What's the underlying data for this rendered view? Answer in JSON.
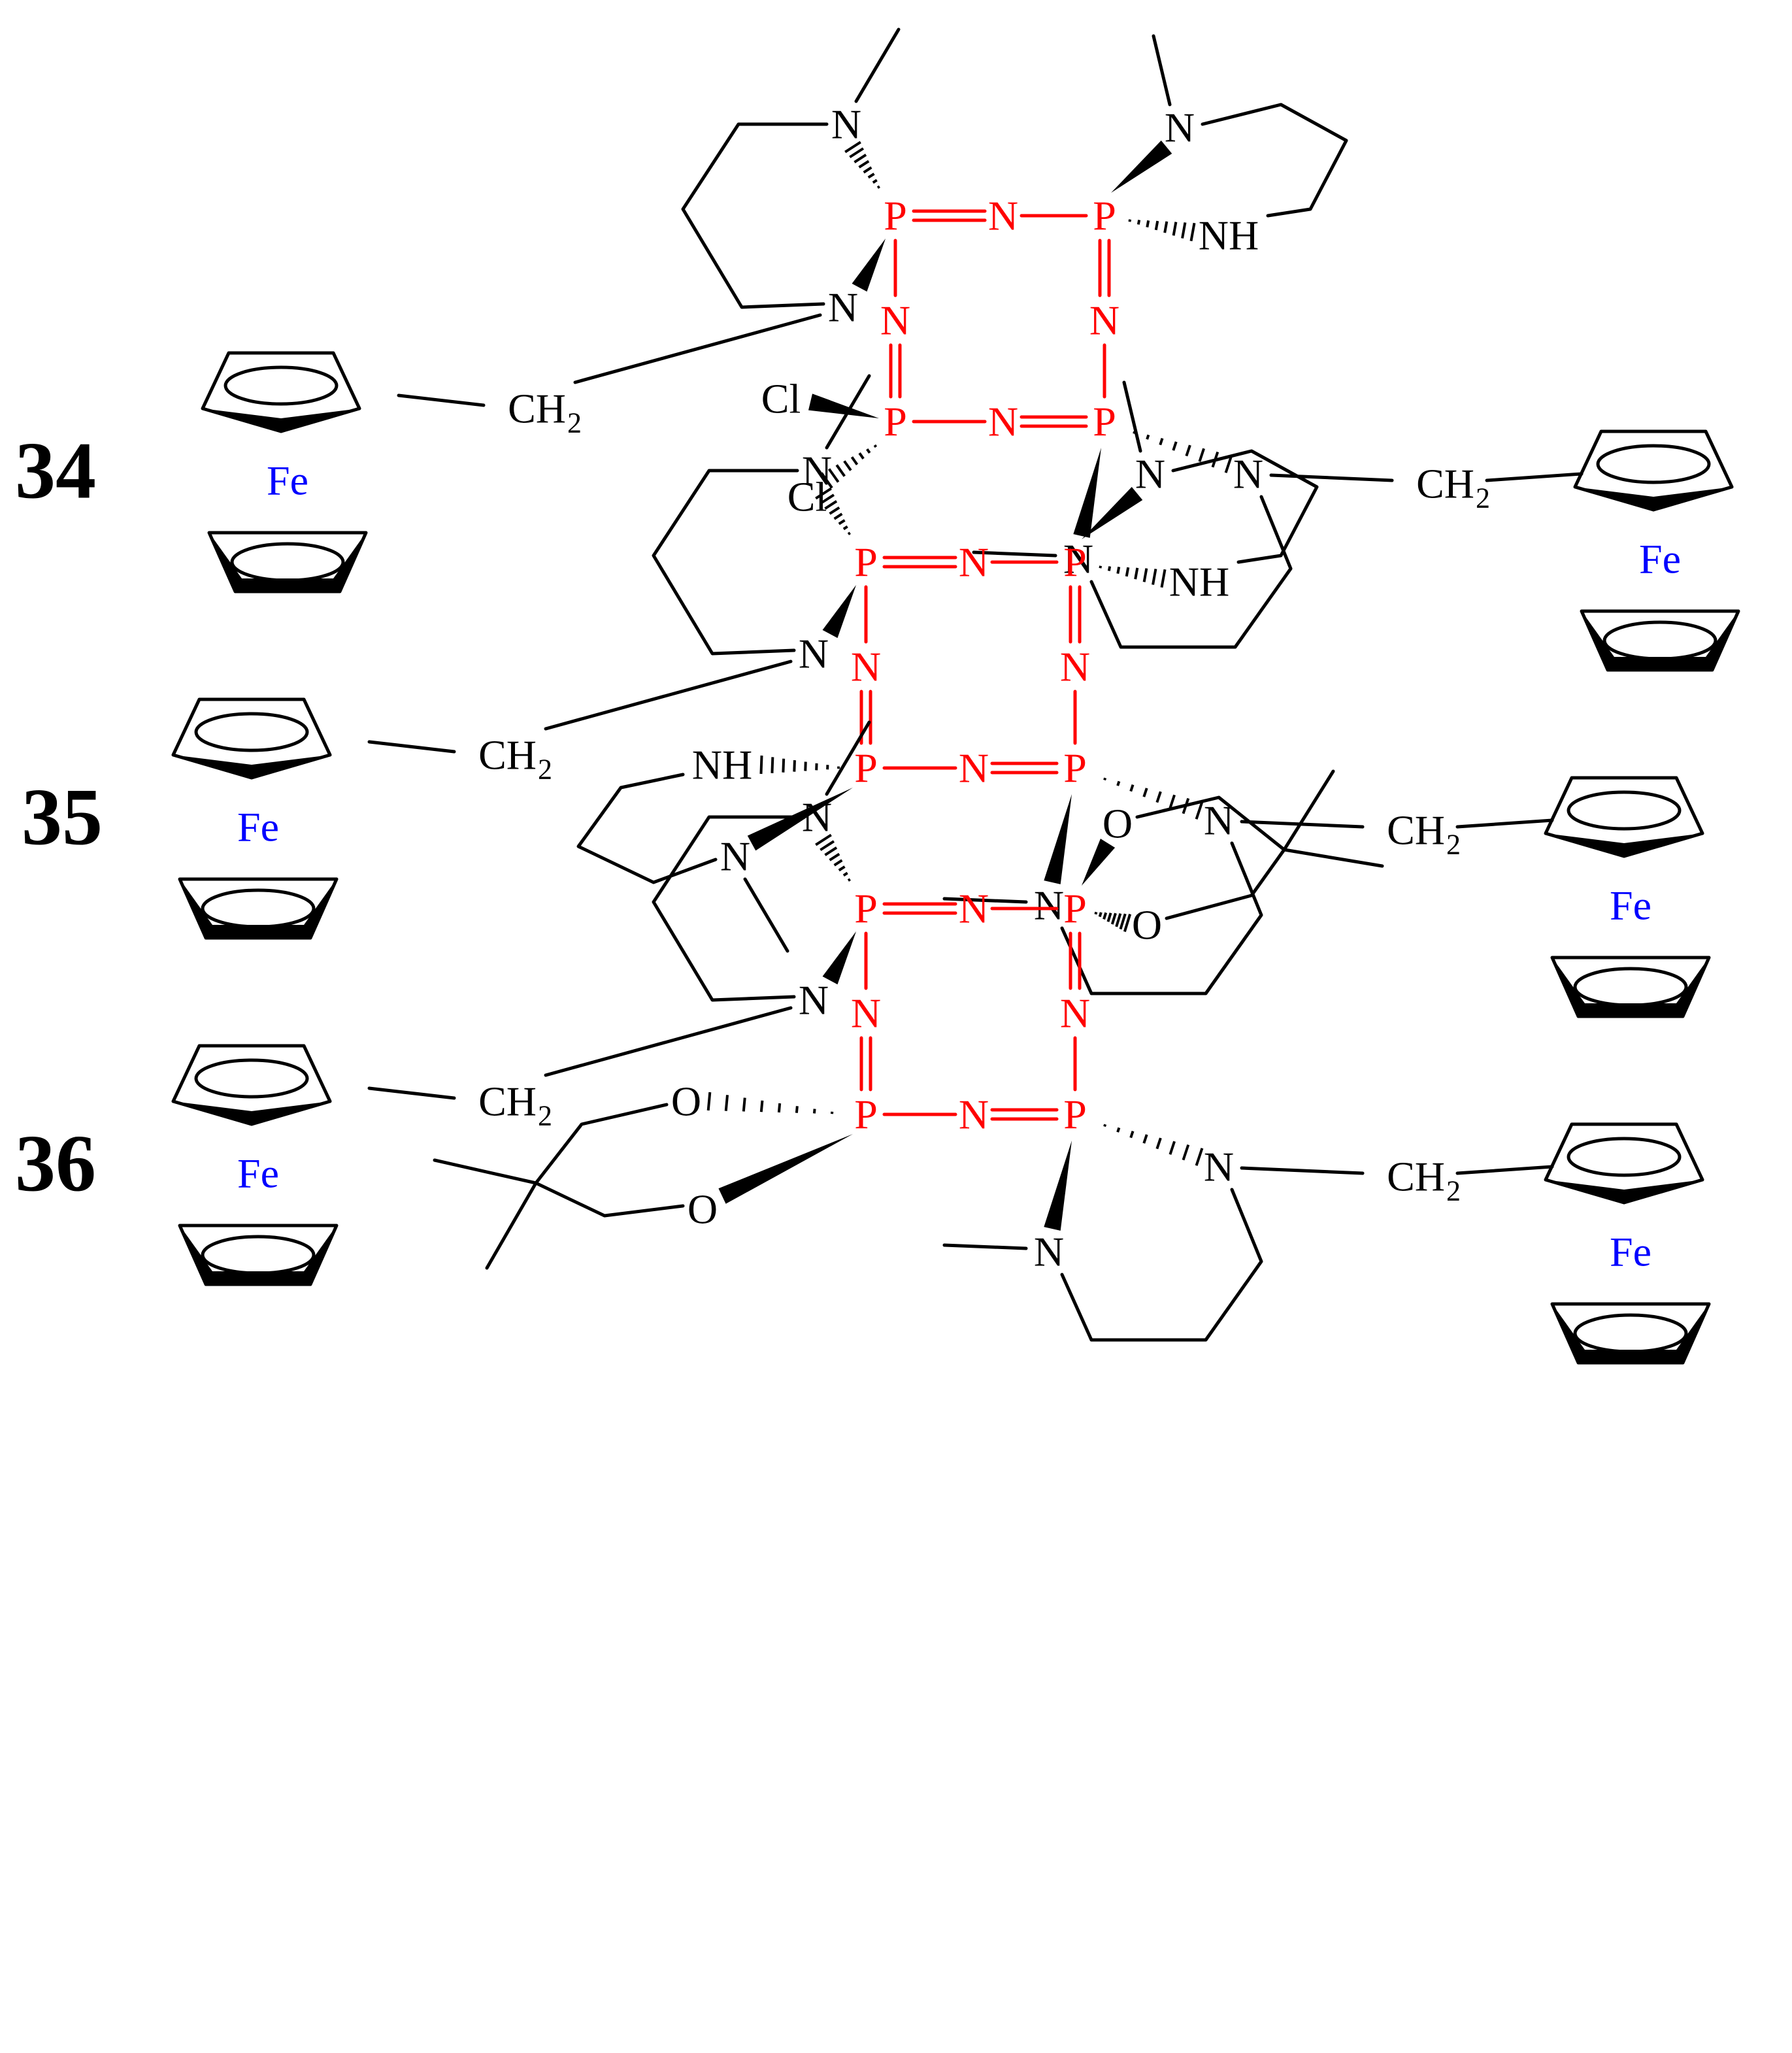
{
  "colors": {
    "ring": "#ff0000",
    "iron": "#0000ff",
    "bond": "#000000"
  },
  "labels": {
    "P": "P",
    "N": "N",
    "NH": "NH",
    "Cl": "Cl",
    "O": "O",
    "CH2": "CH",
    "sub2": "2",
    "Fe": "Fe"
  },
  "compounds": [
    {
      "number": "34",
      "substituent": "Cl2"
    },
    {
      "number": "35",
      "substituent": "diamine"
    },
    {
      "number": "36",
      "substituent": "diol"
    }
  ]
}
